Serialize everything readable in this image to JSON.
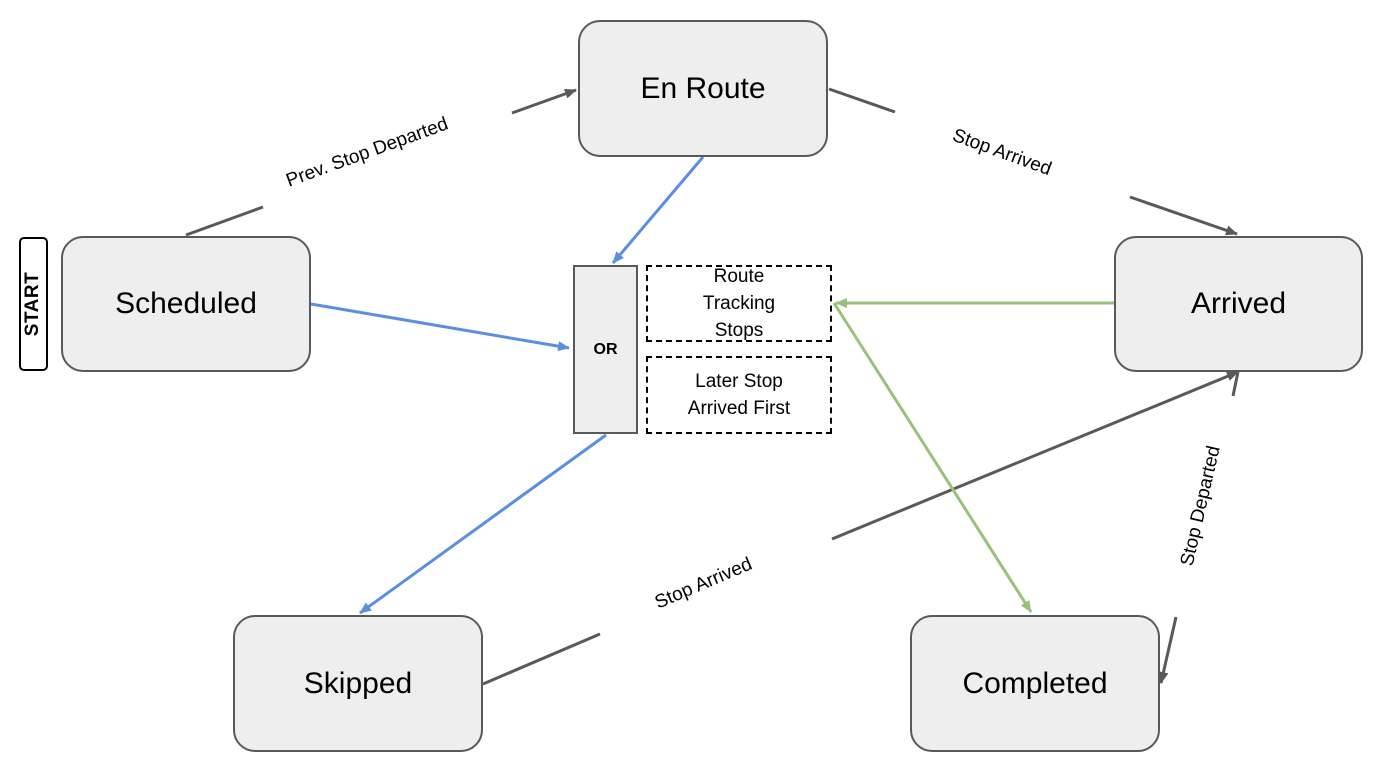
{
  "start_label": "START",
  "states": {
    "scheduled": "Scheduled",
    "en_route": "En Route",
    "arrived": "Arrived",
    "skipped": "Skipped",
    "completed": "Completed"
  },
  "or_gate": "OR",
  "conditions": {
    "route_tracking": "Route Tracking Stops",
    "later_stop": "Later Stop Arrived First"
  },
  "edge_labels": {
    "prev_stop_departed": "Prev. Stop Departed",
    "stop_arrived_top": "Stop Arrived",
    "stop_arrived_bottom": "Stop Arrived",
    "stop_departed": "Stop Departed"
  },
  "colors": {
    "node_fill": "#eeeeee",
    "node_border": "#595959",
    "edge_dark": "#595959",
    "edge_blue": "#5b8ee0",
    "edge_green": "#98c17c"
  }
}
